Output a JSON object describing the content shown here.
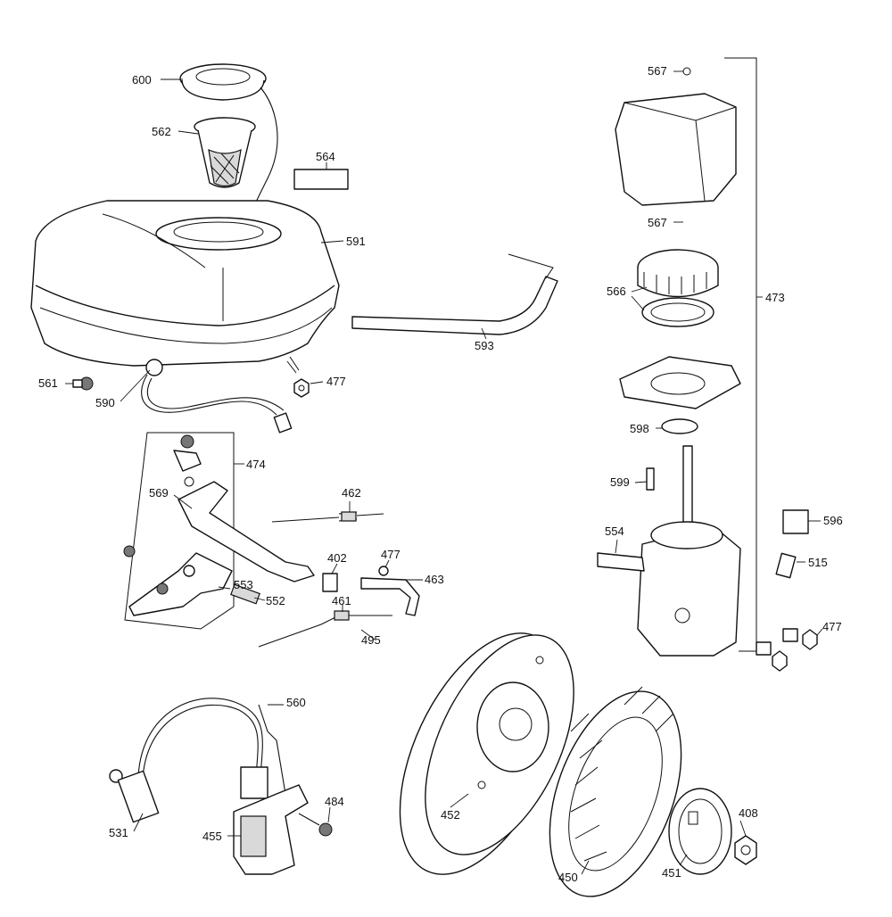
{
  "callouts": {
    "c600": "600",
    "c562": "562",
    "c564": "564",
    "c591": "591",
    "c593": "593",
    "c561": "561",
    "c590": "590",
    "c477a": "477",
    "c474": "474",
    "c569": "569",
    "c462": "462",
    "c402": "402",
    "c477b": "477",
    "c463": "463",
    "c553": "553",
    "c552": "552",
    "c461": "461",
    "c495": "495",
    "c567a": "567",
    "c567b": "567",
    "c566": "566",
    "c473": "473",
    "c598": "598",
    "c599": "599",
    "c554": "554",
    "c596": "596",
    "c515": "515",
    "c477c": "477",
    "c560": "560",
    "c484": "484",
    "c531": "531",
    "c455": "455",
    "c452": "452",
    "c450": "450",
    "c451": "451",
    "c408": "408"
  }
}
